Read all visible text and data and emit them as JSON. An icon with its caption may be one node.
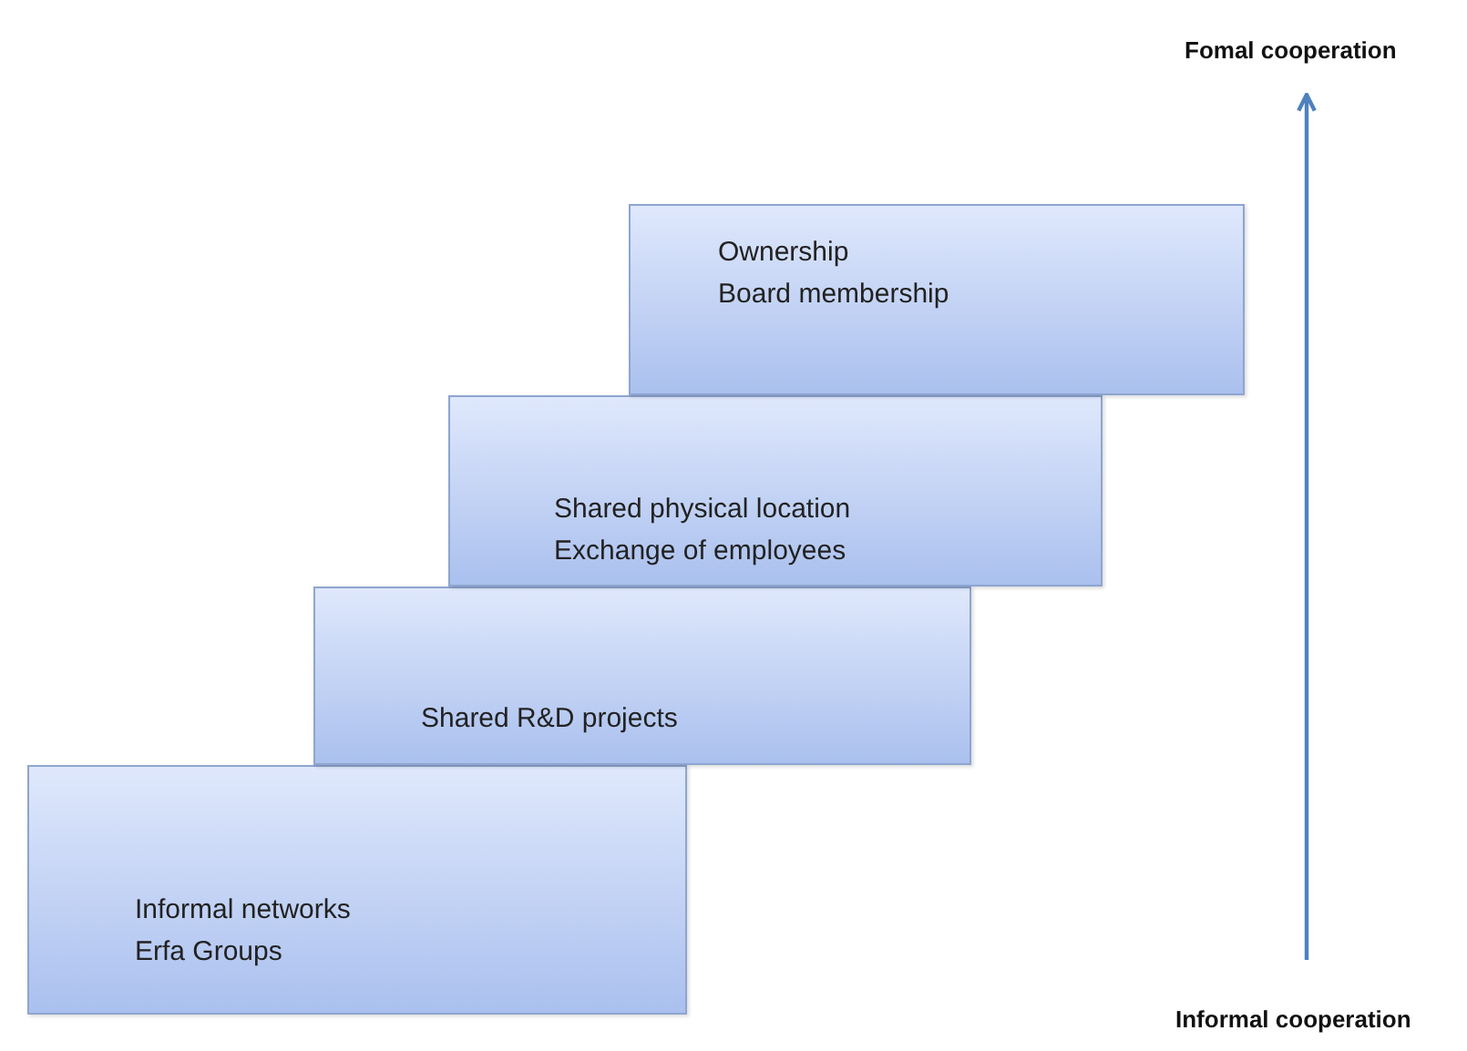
{
  "diagram": {
    "nodes": [
      {
        "text": [
          "Fomal cooperation"
        ]
      },
      {
        "text": [
          "Ownership",
          "Board membership"
        ]
      },
      {
        "text": [
          "Shared physical location",
          "Exchange of employees"
        ]
      },
      {
        "text": [
          "Shared R&D projects"
        ]
      },
      {
        "text": [
          "Informal networks",
          "Erfa Groups"
        ]
      },
      {
        "text": [
          "Informal cooperation"
        ]
      }
    ],
    "edges": [
      {
        "from": 5,
        "to": 0,
        "arrow": "to"
      }
    ]
  }
}
